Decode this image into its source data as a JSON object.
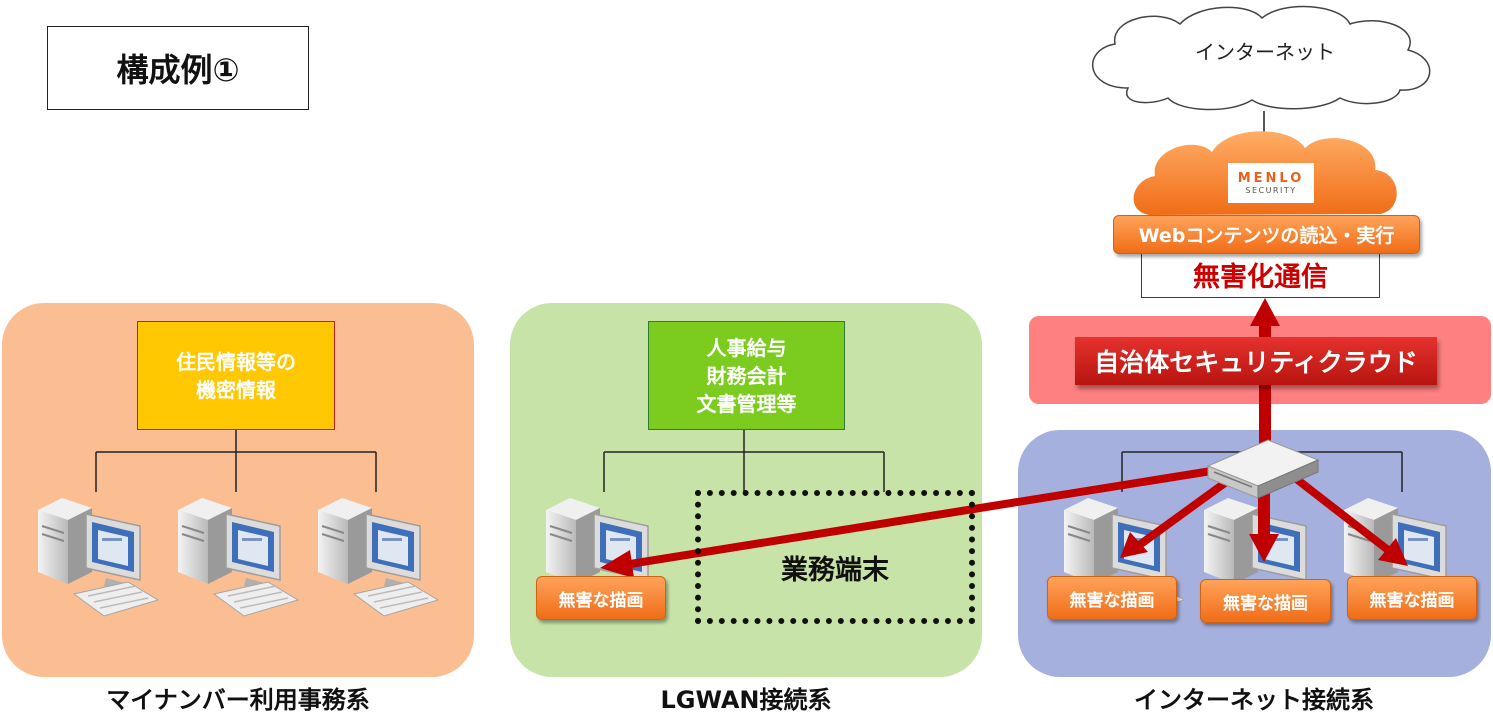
{
  "title": "構成例①",
  "zones": {
    "mynumber": {
      "label": "マイナンバー利用事務系",
      "info": "住民情報等の\n機密情報",
      "color": "#fbbe93"
    },
    "lgwan": {
      "label": "LGWAN接続系",
      "info": "人事給与\n財務会計\n文書管理等",
      "color": "#c8e3a8",
      "gyomu": "業務端末",
      "draw": "無害な描画"
    },
    "internet": {
      "label": "インターネット接続系",
      "color": "#a6b0de",
      "draws": [
        "無害な描画",
        "無害な描画",
        "無害な描画"
      ]
    }
  },
  "cloud": {
    "internet": "インターネット",
    "menlo": "MENLO",
    "menlo_sub": "SECURITY",
    "web_exec": "Webコンテンツの読込・実行",
    "sanitized": "無害化通信",
    "security_cloud": "自治体セキュリティクラウド"
  },
  "colors": {
    "arrow": "#c00000",
    "menlo_orange": "#f47a2b"
  },
  "icons": {
    "server": "server-icon",
    "pc": "desktop-pc-icon",
    "cloud": "cloud-icon"
  }
}
